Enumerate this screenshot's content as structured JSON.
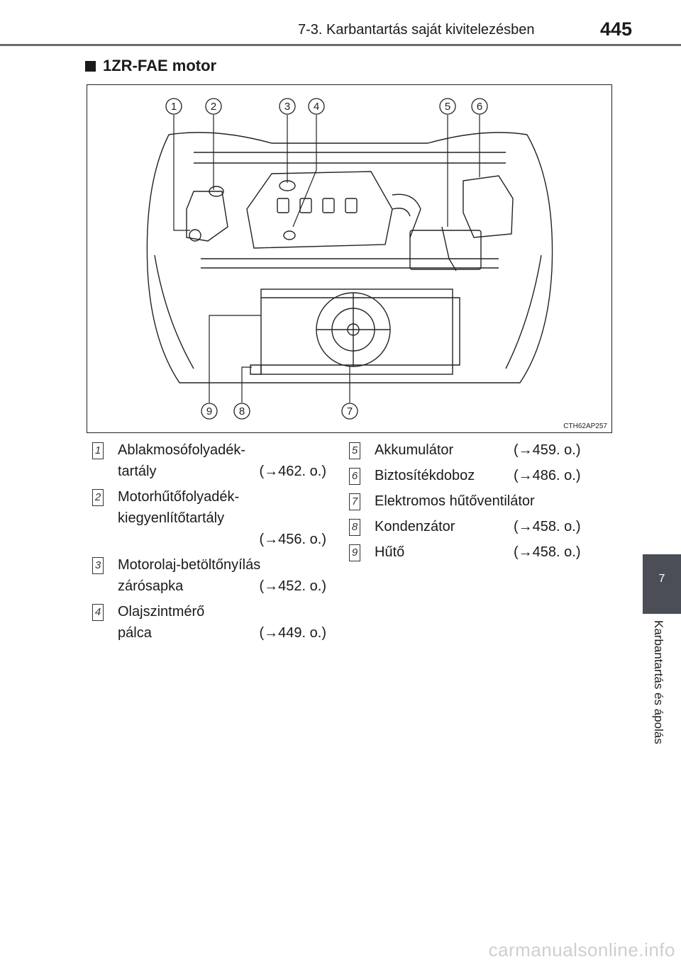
{
  "header": {
    "chapter_title": "7-3. Karbantartás saját kivitelezésben",
    "page_number": "445"
  },
  "section": {
    "heading": "1ZR-FAE motor"
  },
  "figure": {
    "code": "CTH62AP257",
    "callouts": [
      "1",
      "2",
      "3",
      "4",
      "5",
      "6",
      "7",
      "8",
      "9"
    ]
  },
  "legend": {
    "left": [
      {
        "num": "1",
        "line1": "Ablakmosófolyadék-",
        "line2": "tartály",
        "ref": "(→462. o.)"
      },
      {
        "num": "2",
        "line1": "Motorhűtőfolyadék-",
        "line2": "kiegyenlítőtartály",
        "ref": "(→456. o.)"
      },
      {
        "num": "3",
        "line1": "Motorolaj-betöltőnyílás",
        "line2": "zárósapka",
        "ref": "(→452. o.)"
      },
      {
        "num": "4",
        "line1": "Olajszintmérő",
        "line2": "pálca",
        "ref": "(→449. o.)"
      }
    ],
    "right": [
      {
        "num": "5",
        "name": "Akkumulátor",
        "ref": "(→459. o.)"
      },
      {
        "num": "6",
        "name": "Biztosítékdoboz",
        "ref": "(→486. o.)"
      },
      {
        "num": "7",
        "name": "Elektromos hűtőventilátor",
        "ref": ""
      },
      {
        "num": "8",
        "name": "Kondenzátor",
        "ref": "(→458. o.)"
      },
      {
        "num": "9",
        "name": "Hűtő",
        "ref": "(→458. o.)"
      }
    ]
  },
  "side_tab": {
    "chapter_number": "7",
    "chapter_label": "Karbantartás és ápolás"
  },
  "watermark": "carmanualsonline.info"
}
